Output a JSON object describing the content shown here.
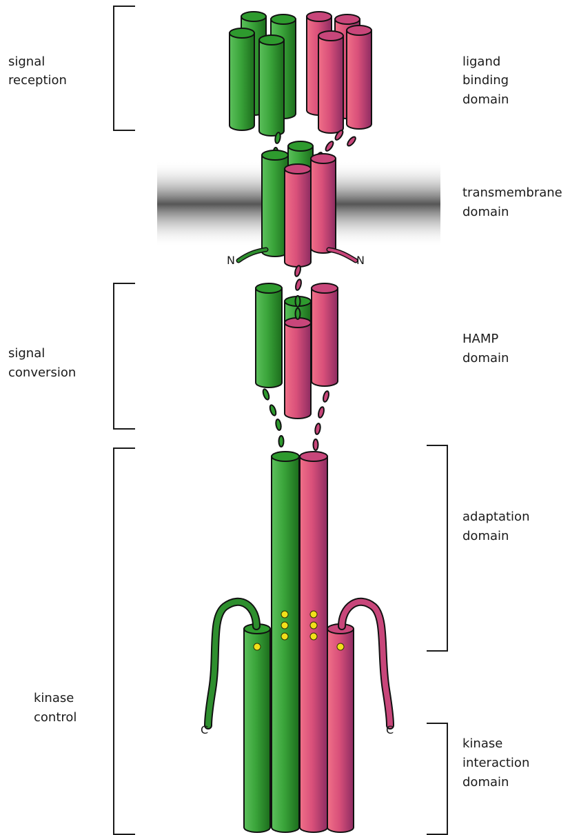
{
  "labels": {
    "left": {
      "signal_reception": [
        "signal",
        "reception"
      ],
      "signal_conversion": [
        "signal",
        "conversion"
      ],
      "kinase_control": [
        "kinase",
        "control"
      ]
    },
    "right": {
      "ligand_binding": [
        "ligand",
        "binding",
        "domain"
      ],
      "transmembrane": [
        "transmembrane",
        "domain"
      ],
      "hamp": [
        "HAMP",
        "domain"
      ],
      "adaptation": [
        "adaptation",
        "domain"
      ],
      "kinase_interaction": [
        "kinase",
        "interaction",
        "domain"
      ]
    },
    "termini": {
      "n": "N",
      "c": "C"
    }
  },
  "colors": {
    "green_light": "#46b346",
    "green_dark": "#1c6d1c",
    "green_top": "#2e9a2e",
    "magenta_light": "#e8607a",
    "magenta_dark": "#8e2c62",
    "magenta_top": "#c8467a",
    "membrane": "#5a5a5a",
    "dots": "#f2e01a"
  },
  "icons": {
    "helix": "cylinder",
    "linker": "dashed-ellipses",
    "methylation_site": "yellow-dot"
  }
}
